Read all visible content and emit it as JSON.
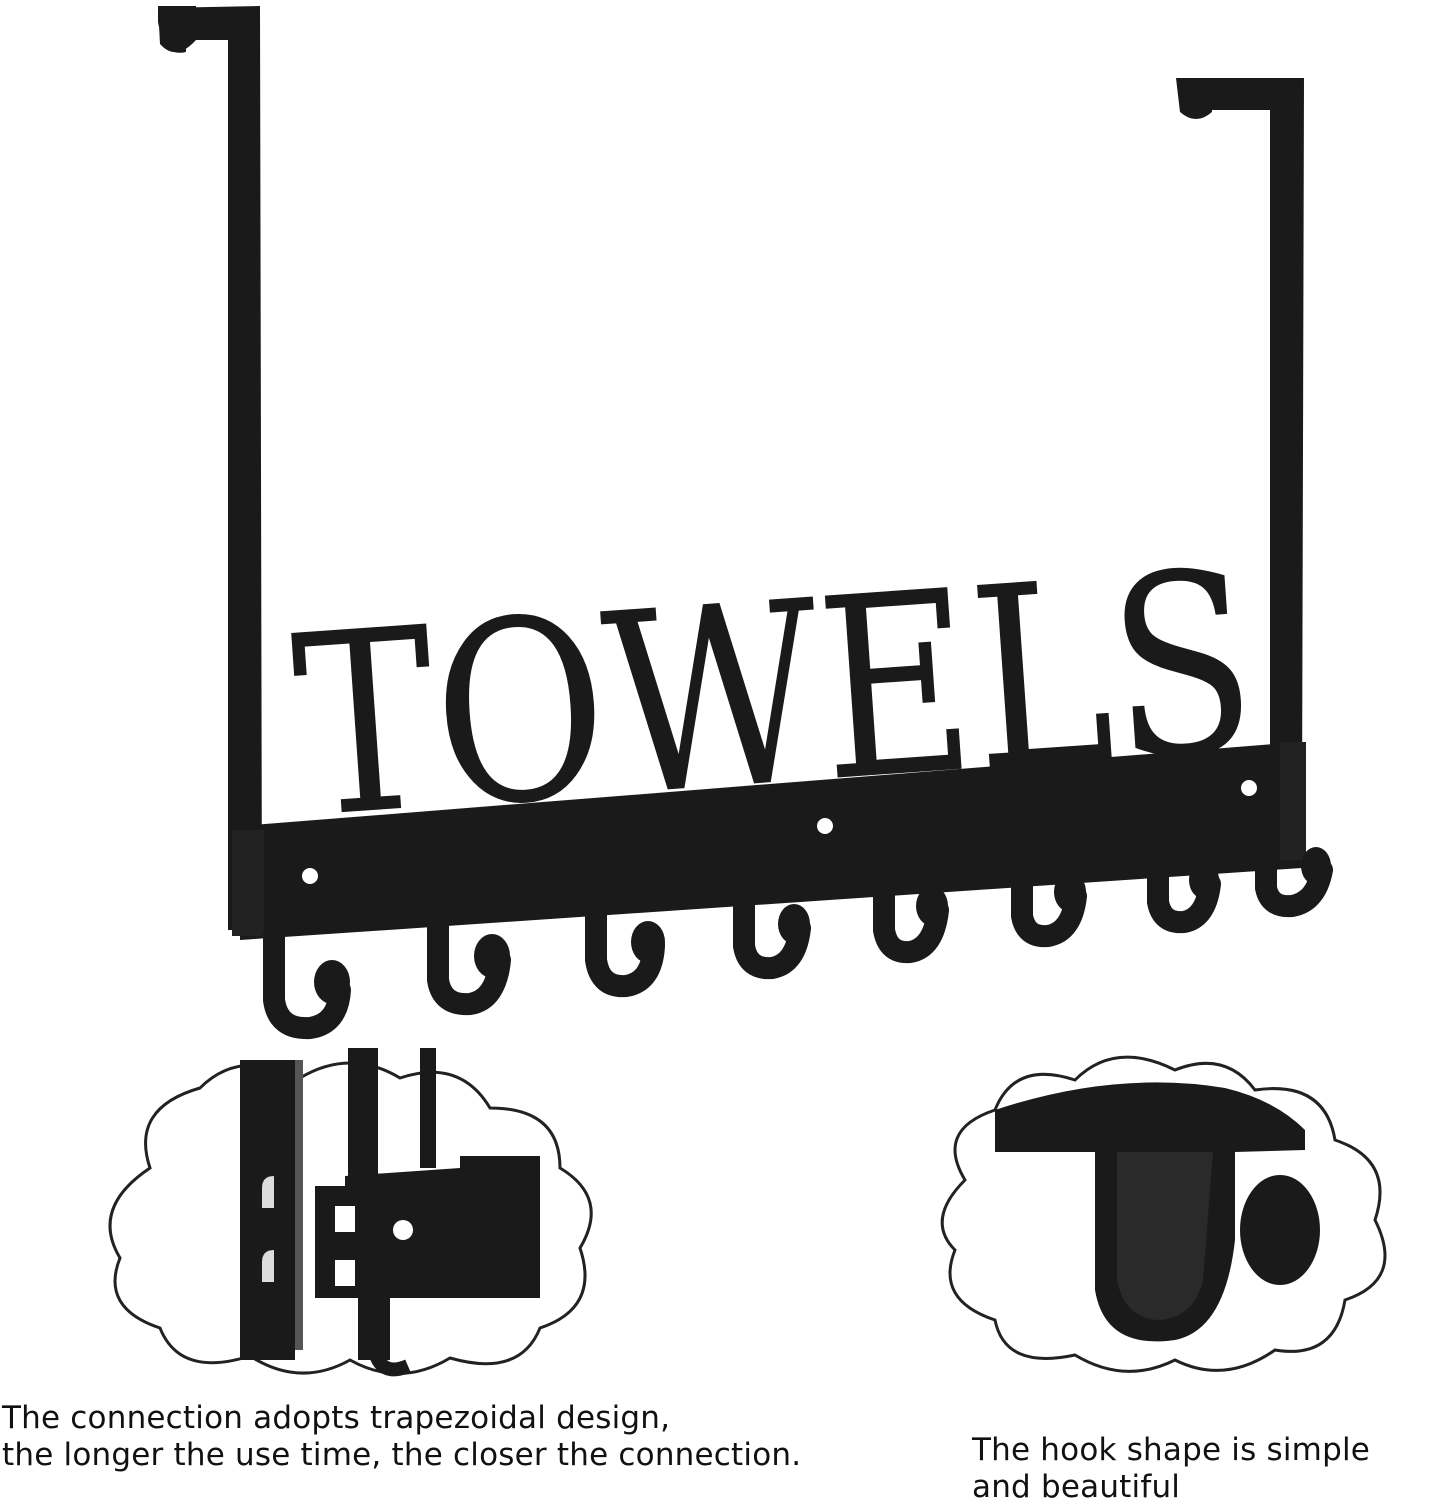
{
  "product": {
    "sign_text": "TOWELS",
    "metal_color": "#1a1a1a",
    "hook_count": 8
  },
  "captions": {
    "left": {
      "line1": "The connection adopts trapezoidal design,",
      "line2": "the longer the use time, the closer the connection."
    },
    "right": {
      "line1": "The hook shape is simple",
      "line2": "and beautiful"
    }
  }
}
